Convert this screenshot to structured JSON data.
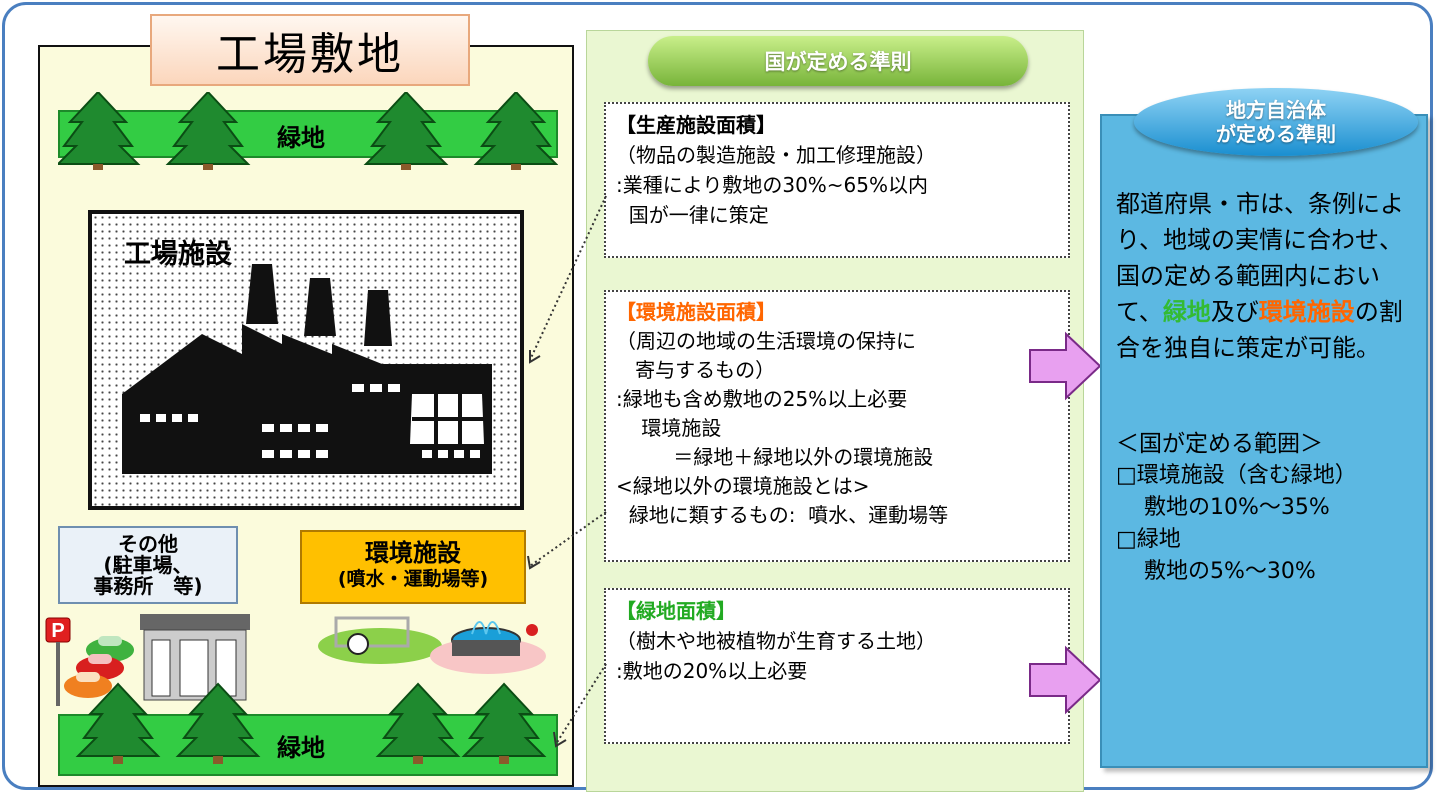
{
  "site": {
    "title": "工場敷地",
    "green_top": "緑地",
    "green_bottom": "緑地",
    "facility_label": "工場施設",
    "other_box": [
      "その他",
      "(駐車場、",
      "事務所　等)"
    ],
    "env_box": [
      "環境施設",
      "(噴水・運動場等)"
    ],
    "parking_sign": "P"
  },
  "national": {
    "header": "国が定める準則",
    "production": {
      "title": "【生産施設面積】",
      "lines": [
        "（物品の製造施設・加工修理施設）",
        ":業種により敷地の30%~65%以内",
        "  国が一律に策定"
      ]
    },
    "environment": {
      "title": "【環境施設面積】",
      "lines": [
        "（周辺の地域の生活環境の保持に",
        "   寄与するもの）",
        ":緑地も含め敷地の25%以上必要",
        "    環境施設",
        "         ＝緑地＋緑地以外の環境施設",
        "<緑地以外の環境施設とは>",
        "  緑地に類するもの:  噴水、運動場等"
      ]
    },
    "green": {
      "title": "【緑地面積】",
      "lines": [
        "（樹木や地被植物が生育する土地）",
        ":敷地の20%以上必要"
      ]
    }
  },
  "local": {
    "header": [
      "地方自治体",
      "が定める準則"
    ],
    "text_parts": {
      "p1": "都道府県・市は、条例により、地域の実情に合わせ、国の定める範囲内において、",
      "green": "緑地",
      "p2": "及び",
      "env": "環境施設",
      "p3": "の割合を独自に策定が可能。"
    },
    "scope_title": "＜国が定める範囲＞",
    "scope_lines": [
      "□環境施設（含む緑地）",
      "    敷地の10%～35%",
      "□緑地",
      "    敷地の5%～30%"
    ]
  },
  "colors": {
    "frame": "#4a7fc0",
    "green_strip": "#33cc44",
    "env_orange": "#ffc000",
    "accent_orange": "#ff6600",
    "national_bg": "#eaf7d2",
    "local_bg": "#5cb8e2",
    "arrow": "#e8a0f0"
  }
}
